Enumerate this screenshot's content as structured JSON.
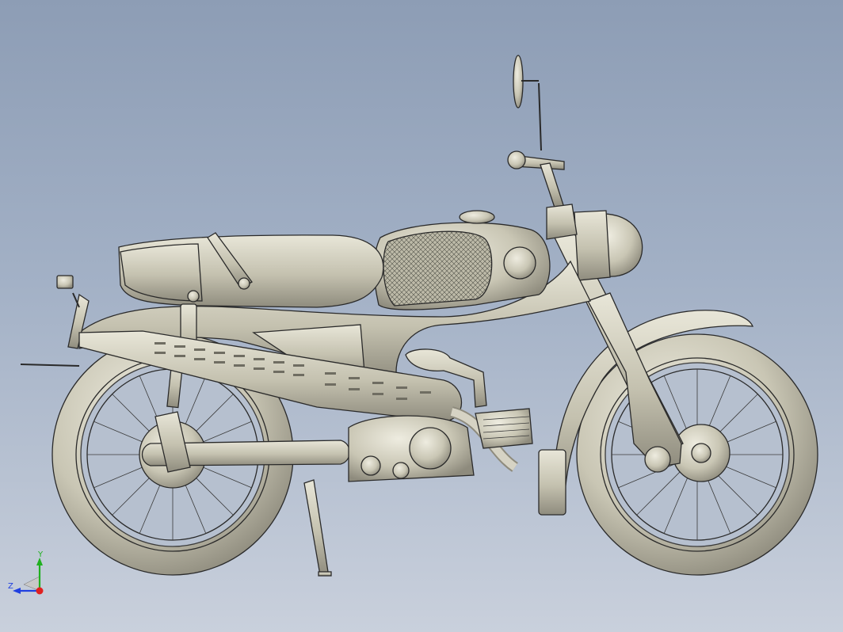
{
  "triad": {
    "x_label": "",
    "y_label": "Y",
    "z_label": "Z",
    "colors": {
      "x": "#e02020",
      "y": "#20b020",
      "z": "#2040e0"
    }
  },
  "model": {
    "subject": "motorcycle",
    "render_style": "shaded-with-edges",
    "colors": {
      "body": "#c9c6b4",
      "edge": "#2a2a2a",
      "shadow": "#8e8b7d"
    }
  }
}
